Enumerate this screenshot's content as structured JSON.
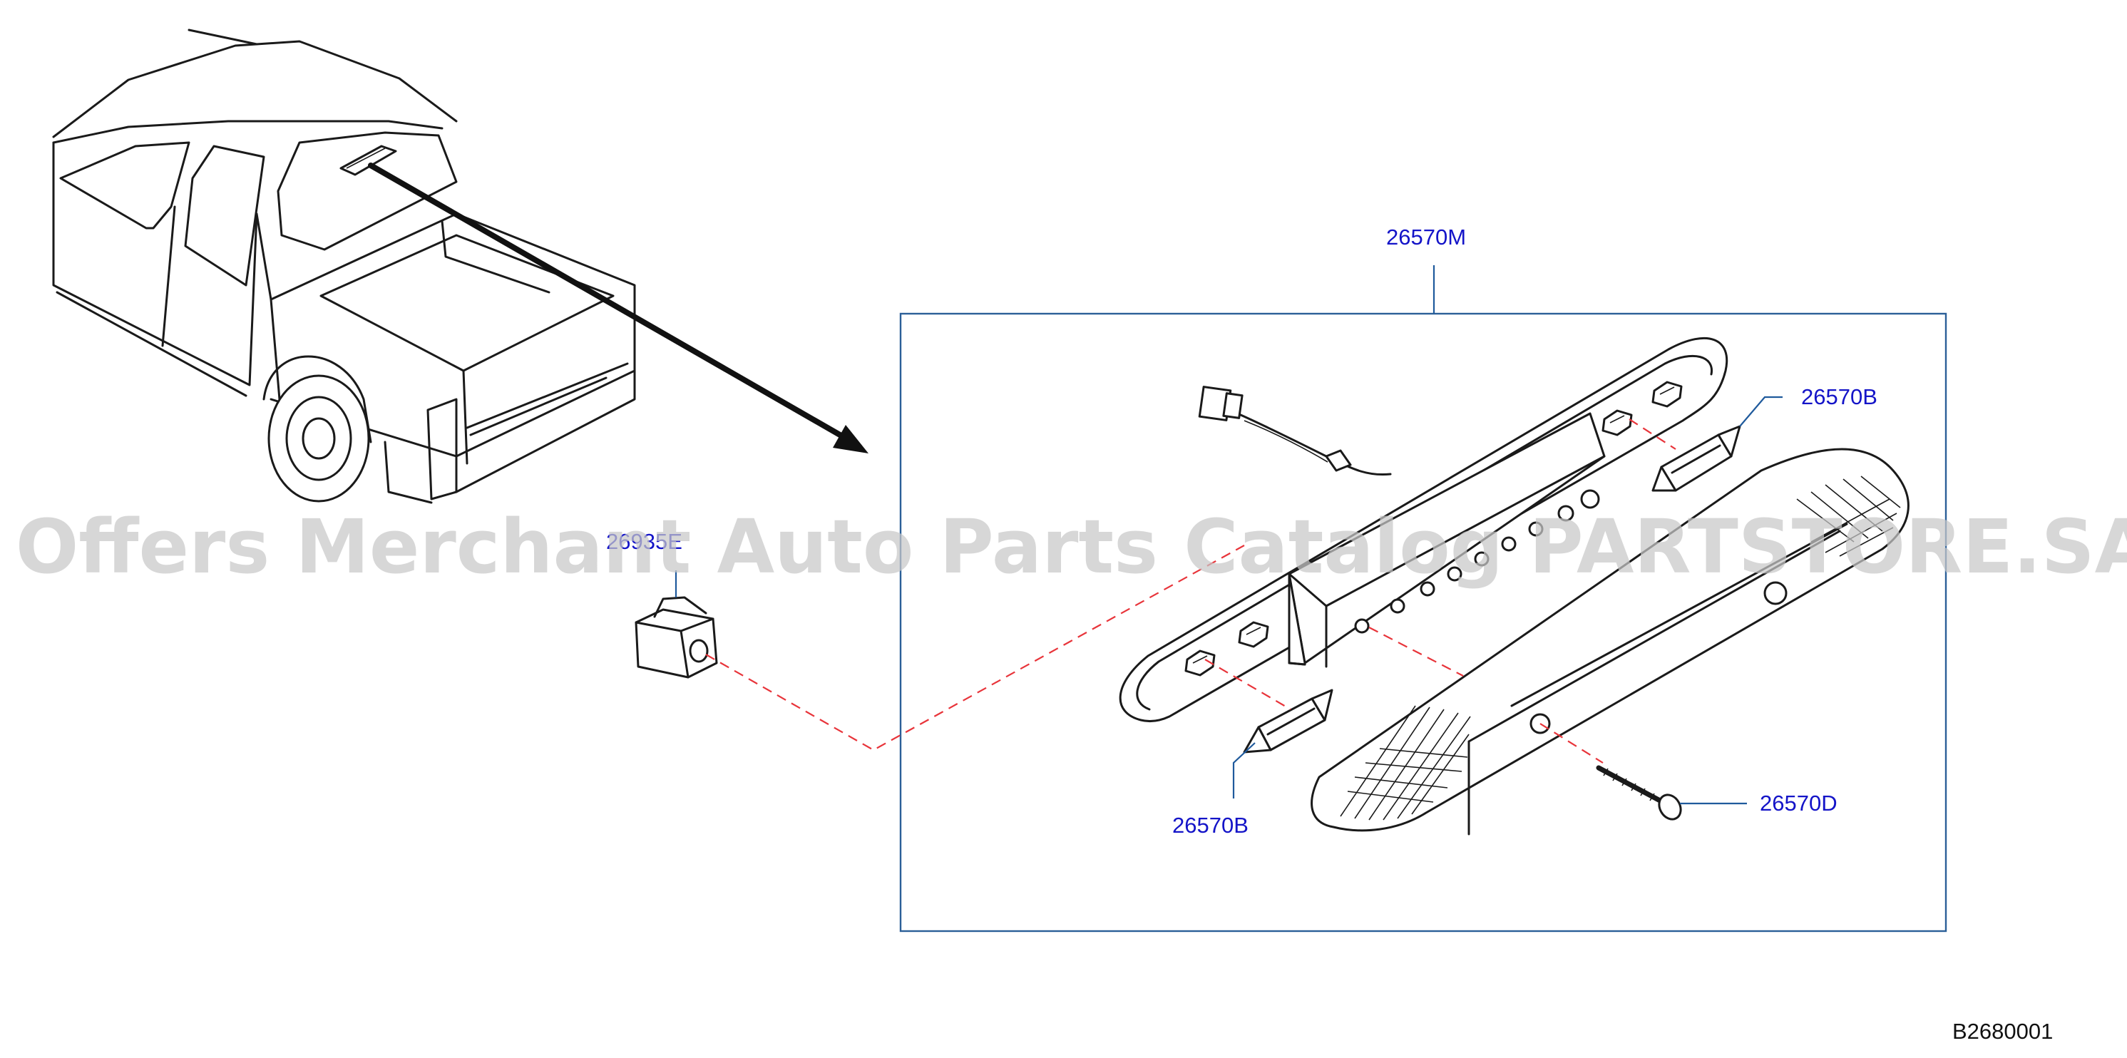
{
  "parts": {
    "assembly": "26570M",
    "bulb_upper": "26570B",
    "bulb_lower": "26570B",
    "screw": "26570D",
    "grommet": "26935E"
  },
  "diagram_code": "B2680001",
  "watermark": "Offers Merchant Auto Parts Catalog PARTSTORE.SA",
  "colors": {
    "callout_text": "#1414c8",
    "leader_line": "#1f5a9c",
    "dashed_line": "#e8343a",
    "line_art": "#1a1a1a",
    "watermark": "#c8c8c8"
  }
}
